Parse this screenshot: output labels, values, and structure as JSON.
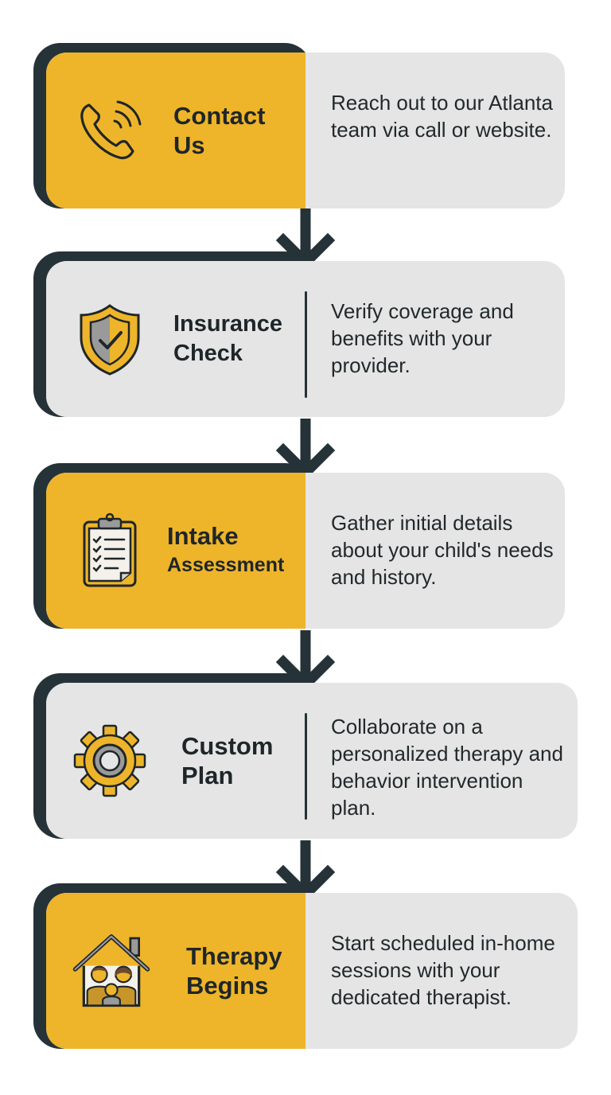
{
  "colors": {
    "accent": "#eeb52a",
    "dark": "#253238",
    "panel": "#e5e5e5"
  },
  "steps": [
    {
      "title_line1": "Contact",
      "title_line2": "Us",
      "icon": "phone-icon",
      "description": "Reach out to our Atlanta team via call or website."
    },
    {
      "title_line1": "Insurance",
      "title_line2": "Check",
      "icon": "shield-check-icon",
      "description": "Verify coverage and benefits with your provider."
    },
    {
      "title_line1": "Intake",
      "title_line2": "Assessment",
      "icon": "clipboard-checklist-icon",
      "description": "Gather initial details about your child's needs and history."
    },
    {
      "title_line1": "Custom",
      "title_line2": "Plan",
      "icon": "gear-icon",
      "description": "Collaborate on a personalized therapy and behavior intervention plan."
    },
    {
      "title_line1": "Therapy",
      "title_line2": "Begins",
      "icon": "family-home-icon",
      "description": "Start scheduled in-home sessions with your dedicated therapist."
    }
  ]
}
